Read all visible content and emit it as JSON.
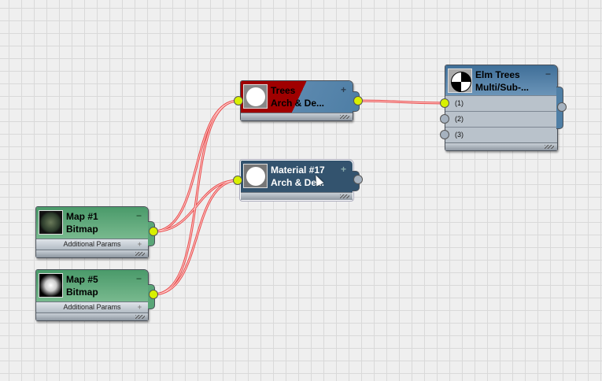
{
  "nodes": {
    "trees": {
      "title": "Trees",
      "subtitle": "Arch & De...",
      "button": "+"
    },
    "material17": {
      "title": "Material #17",
      "subtitle": "Arch & De...",
      "button": "+"
    },
    "elm_trees": {
      "title": "Elm Trees",
      "subtitle": "Multi/Sub-...",
      "button": "−",
      "slots": [
        "(1)",
        "(2)",
        "(3)"
      ]
    },
    "map1": {
      "title": "Map #1",
      "subtitle": "Bitmap",
      "button": "−",
      "params": "Additional Params",
      "params_button": "+"
    },
    "map5": {
      "title": "Map #5",
      "subtitle": "Bitmap",
      "button": "−",
      "params": "Additional Params",
      "params_button": "+"
    }
  },
  "colors": {
    "wire": "#e83030",
    "socket_connected": "#d8f000",
    "material_header": "#4f7fa6",
    "map_header": "#5aa678",
    "selected": "#a00000"
  }
}
